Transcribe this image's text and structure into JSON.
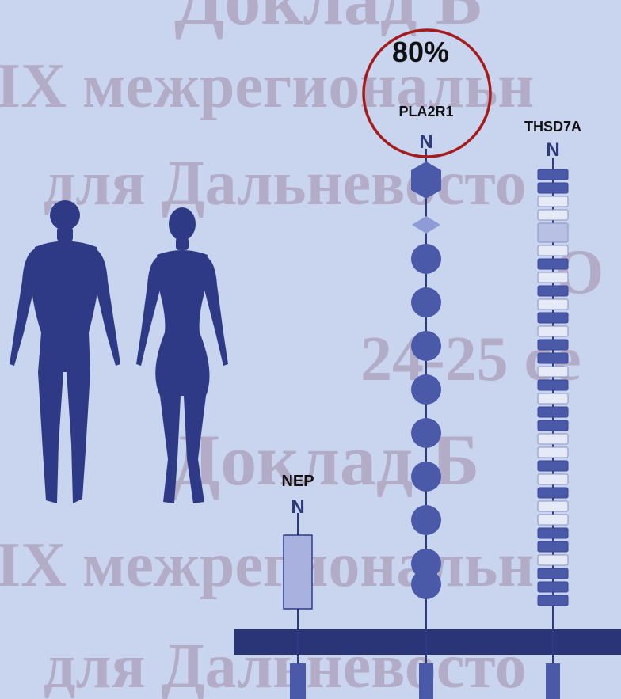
{
  "watermark": {
    "lines": [
      "Доклад Б",
      "IX межрегиональн",
      "для Дальневосто",
      "О",
      "24-25 се",
      "Доклад Б",
      "IX межрегиональн",
      "для Дальневосто"
    ]
  },
  "highlight": {
    "percent": "80%",
    "circle_color": "#a51c1c"
  },
  "proteins": {
    "nep": {
      "name": "NEP",
      "terminus": "N"
    },
    "pla2r1": {
      "name": "PLA2R1",
      "terminus": "N"
    },
    "thsd7a": {
      "name": "THSD7A",
      "terminus": "N"
    }
  },
  "colors": {
    "background": "#c9d4ef",
    "dark": "#2f3a86",
    "mid": "#4a5aa8",
    "light": "#a9b2de",
    "pale": "#e6e9f6",
    "membrane": "#2a3577"
  }
}
